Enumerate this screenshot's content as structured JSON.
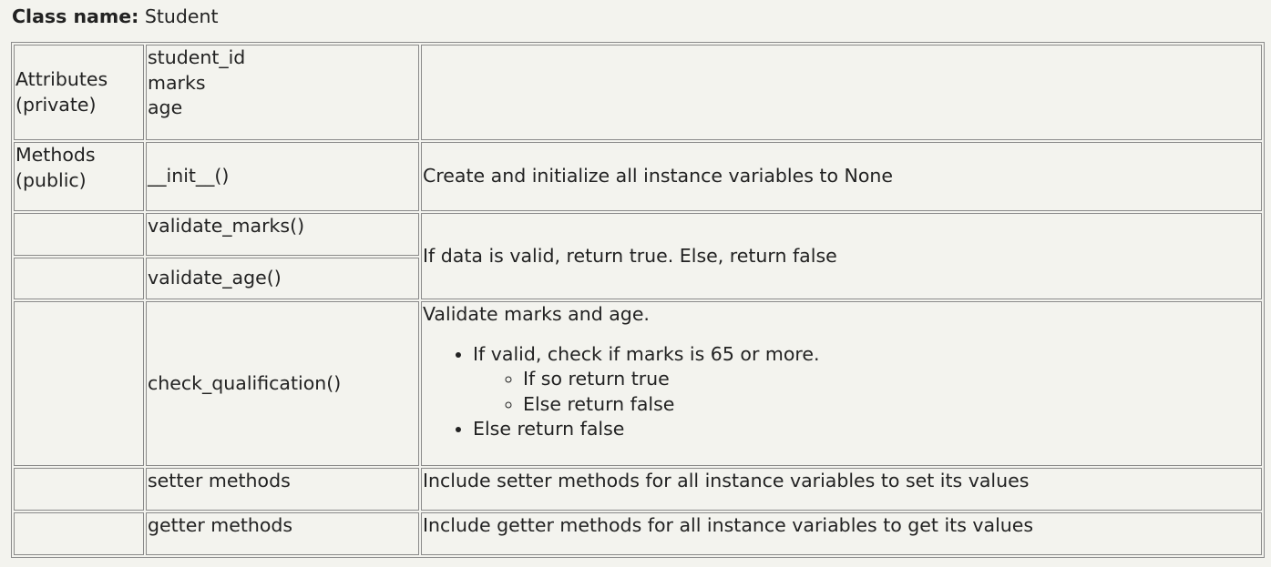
{
  "header": {
    "class_label": "Class name:",
    "class_name": "Student"
  },
  "attributes": {
    "label": "Attributes (private)",
    "items": [
      "student_id",
      "marks",
      "age"
    ]
  },
  "methods": {
    "label": "Methods (public)",
    "init": {
      "name": "__init__()",
      "description": "Create and initialize all instance variables to None"
    },
    "validate_marks": {
      "name": "validate_marks()"
    },
    "validate_age": {
      "name": "validate_age()"
    },
    "validate_description": "If data is valid, return true. Else, return false",
    "check_qualification": {
      "name": "check_qualification()",
      "intro": "Validate marks and age.",
      "bullet1": "If valid, check if marks is 65 or more.",
      "sub1": "If so return true",
      "sub2": "Else return false",
      "bullet2": "Else return false"
    },
    "setter": {
      "name": "setter methods",
      "description": "Include setter methods for all instance variables to set its values"
    },
    "getter": {
      "name": "getter methods",
      "description": "Include getter methods for all instance variables to get its values"
    }
  }
}
